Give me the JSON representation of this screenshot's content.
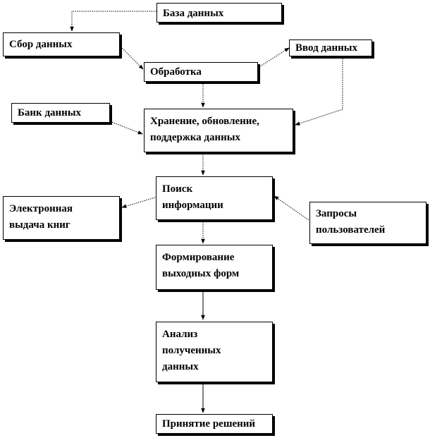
{
  "diagram": {
    "nodes": {
      "database": "База данных",
      "data_collection": "Сбор данных",
      "data_input": "Ввод данных",
      "processing": "Обработка",
      "data_bank": "Банк данных",
      "storage": "Хранение, обновление,\nподдержка данных",
      "search": "Поиск\nинформации",
      "electronic_issue": "Электронная\nвыдача книг",
      "user_requests": "Запросы\nпользователей",
      "output_forms": "Формирование\nвыходных форм",
      "analysis": "Анализ\nполученных\nданных",
      "decision_making": "Принятие решений"
    },
    "edges": [
      [
        "database",
        "data_collection"
      ],
      [
        "data_collection",
        "processing"
      ],
      [
        "processing",
        "data_input"
      ],
      [
        "processing",
        "storage"
      ],
      [
        "data_input",
        "storage"
      ],
      [
        "data_bank",
        "storage"
      ],
      [
        "storage",
        "search"
      ],
      [
        "search",
        "electronic_issue"
      ],
      [
        "user_requests",
        "search"
      ],
      [
        "search",
        "output_forms"
      ],
      [
        "output_forms",
        "analysis"
      ],
      [
        "analysis",
        "decision_making"
      ]
    ]
  }
}
